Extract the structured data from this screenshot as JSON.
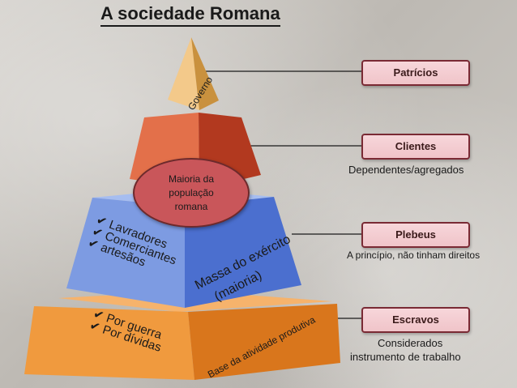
{
  "title": "A sociedade Romana",
  "levels": [
    {
      "label": "Patrícios",
      "side_text": "Governo"
    },
    {
      "label": "Clientes",
      "note": "Dependentes/agregados"
    },
    {
      "label": "Plebeus",
      "note": "A princípio, não tinham direitos",
      "face_text_line1": "Massa do exército",
      "face_text_line2": "(maioria)",
      "list": [
        "Lavradores",
        "Comerciantes",
        "artesãos"
      ]
    },
    {
      "label": "Escravos",
      "note_line1": "Considerados",
      "note_line2": "instrumento de trabalho",
      "face_text": "Base da atividade produtiva",
      "list": [
        "Por guerra",
        "Por dívidas"
      ]
    }
  ],
  "majority_bubble": "Maioria da população romana",
  "colors": {
    "top_light": "#f3c98a",
    "top_dark": "#c9913e",
    "clients_light": "#e3704a",
    "clients_dark": "#b2391f",
    "plebs_light": "#7d9be2",
    "plebs_dark": "#4b6fcf",
    "slaves_light": "#f29a3c",
    "slaves_dark": "#d9761c",
    "label_border": "#7a2a34"
  }
}
